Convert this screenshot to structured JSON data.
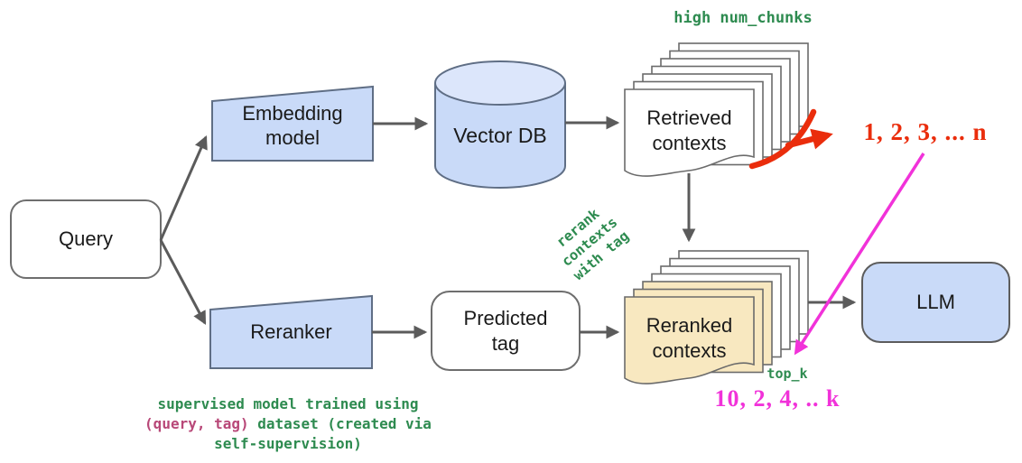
{
  "diagram": {
    "nodes": {
      "query": {
        "label": "Query"
      },
      "embedding_model": {
        "label": "Embedding\nmodel"
      },
      "vector_db": {
        "label": "Vector DB"
      },
      "retrieved_contexts": {
        "label": "Retrieved\ncontexts"
      },
      "reranker": {
        "label": "Reranker"
      },
      "predicted_tag": {
        "label": "Predicted\ntag"
      },
      "reranked_contexts": {
        "label": "Reranked\ncontexts"
      },
      "llm": {
        "label": "LLM"
      }
    },
    "annotations": {
      "high_num_chunks": "high num_chunks",
      "rerank_note": "rerank\ncontexts\nwith tag",
      "top_k": "top_k",
      "retrieved_order": "1, 2, 3, ... n",
      "reranked_order": "10, 2, 4, .. k",
      "footnote_line1": "supervised model trained using",
      "footnote_line2_highlight": "(query, tag)",
      "footnote_line2_rest": " dataset (created via",
      "footnote_line3": "self-supervision)"
    },
    "colors": {
      "node_fill_blue": "#c9daf8",
      "cylinder_top_fill": "#dce6fb",
      "reranked_doc_fill": "#f8e8c0",
      "annotation_green": "#2e8b50",
      "highlight_rose": "#b84878",
      "order_red": "#ea2d0c",
      "order_magenta": "#f132d9",
      "arrow_gray": "#5b5b5b"
    }
  }
}
